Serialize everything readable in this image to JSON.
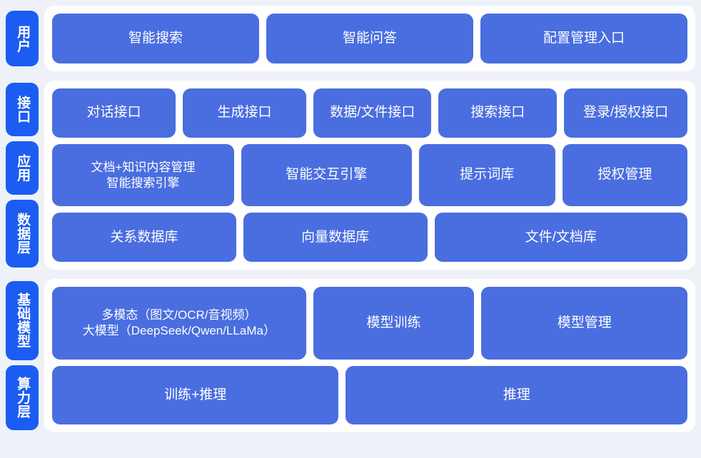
{
  "theme": {
    "page_background": "#eef2f8",
    "panel_background": "#ffffff",
    "tab_color": "#1b5cf2",
    "box_color": "#4a6ee0",
    "text_color": "#ffffff"
  },
  "sections": [
    {
      "id": "users",
      "tabs": [
        {
          "label": "用户"
        }
      ],
      "rows": [
        {
          "id": "user-entries",
          "boxes": [
            {
              "label": "智能搜索"
            },
            {
              "label": "智能问答"
            },
            {
              "label": "配置管理入口"
            }
          ]
        }
      ]
    },
    {
      "id": "middle",
      "tabs": [
        {
          "label": "接口"
        },
        {
          "label": "应用"
        },
        {
          "label": "数据层"
        }
      ],
      "rows": [
        {
          "id": "interface",
          "boxes": [
            {
              "label": "对话接口"
            },
            {
              "label": "生成接口"
            },
            {
              "label": "数据/文件接口"
            },
            {
              "label": "搜索接口"
            },
            {
              "label": "登录/授权接口"
            }
          ]
        },
        {
          "id": "application",
          "boxes": [
            {
              "label": "文档+知识内容管理\n智能搜索引擎"
            },
            {
              "label": "智能交互引擎"
            },
            {
              "label": "提示词库"
            },
            {
              "label": "授权管理"
            }
          ]
        },
        {
          "id": "data",
          "boxes": [
            {
              "label": "关系数据库"
            },
            {
              "label": "向量数据库"
            },
            {
              "label": "文件/文档库"
            }
          ]
        }
      ]
    },
    {
      "id": "infra",
      "tabs": [
        {
          "label": "基础模型"
        },
        {
          "label": "算力层"
        }
      ],
      "rows": [
        {
          "id": "models",
          "boxes": [
            {
              "label": "多模态（图文/OCR/音视频）\n大模型（DeepSeek/Qwen/LLaMa）"
            },
            {
              "label": "模型训练"
            },
            {
              "label": "模型管理"
            }
          ]
        },
        {
          "id": "compute",
          "boxes": [
            {
              "label": "训练+推理"
            },
            {
              "label": "推理"
            }
          ]
        }
      ]
    }
  ]
}
